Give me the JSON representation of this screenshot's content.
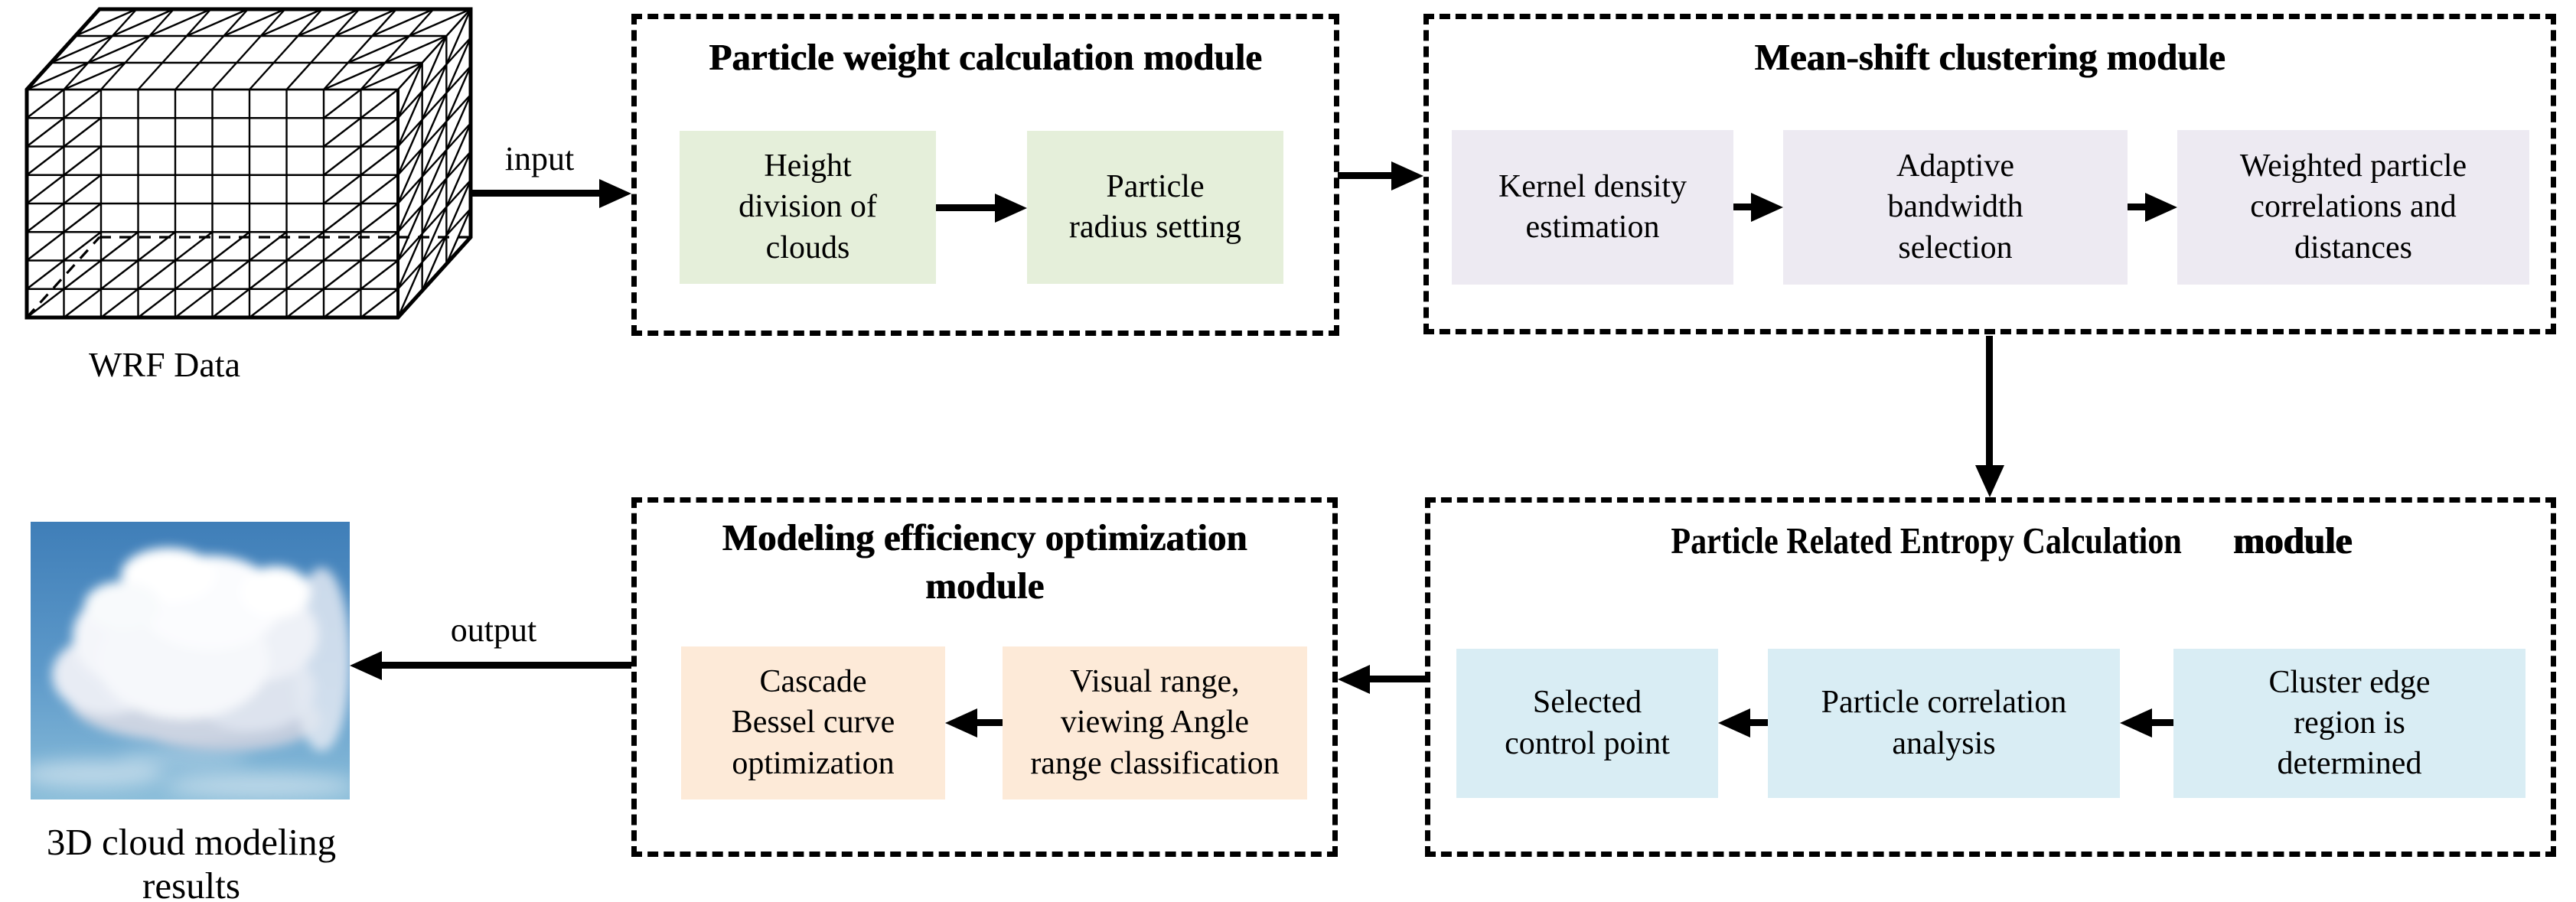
{
  "colors": {
    "green": "#e5efda",
    "lavender": "#edeaf2",
    "blue": "#d9edf4",
    "peach": "#fdead8",
    "line": "#000000"
  },
  "wrf": {
    "label": "WRF Data"
  },
  "flow": {
    "input": "input",
    "output": "output"
  },
  "cloud": {
    "label": "3D cloud modeling results"
  },
  "module1": {
    "title": "Particle weight calculation module",
    "step1": "Height\ndivision of\nclouds",
    "step2": "Particle\nradius setting"
  },
  "module2": {
    "title": "Mean-shift clustering module",
    "step1": "Kernel density\nestimation",
    "step2": "Adaptive\nbandwidth\nselection",
    "step3": "Weighted particle\ncorrelations and\ndistances"
  },
  "module3": {
    "title_line1": "Modeling efficiency optimization",
    "title_line2": "module",
    "step1": "Cascade\nBessel curve\noptimization",
    "step2": "Visual range,\nviewing Angle\nrange classification"
  },
  "module4": {
    "title_main": "Particle Related Entropy Calculation",
    "title_bold": "module",
    "step1": "Selected\ncontrol point",
    "step2": "Particle correlation\nanalysis",
    "step3": "Cluster edge\nregion is\ndetermined"
  }
}
